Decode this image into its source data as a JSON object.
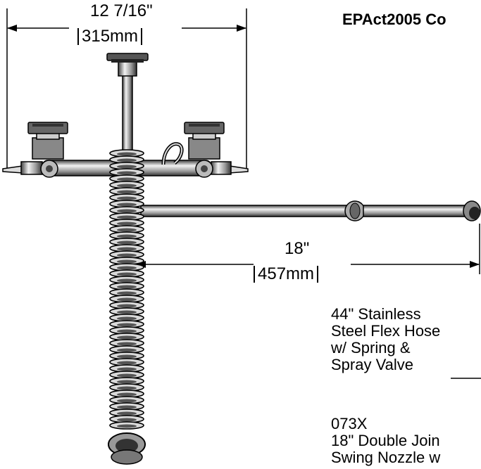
{
  "title": "EPAct2005 Co",
  "dimensions": {
    "width": {
      "inches": "12 7/16\"",
      "mm": "315mm"
    },
    "reach": {
      "inches": "18\"",
      "mm": "457mm"
    }
  },
  "callouts": {
    "hose": [
      "44\" Stainless",
      "Steel Flex Hose",
      "w/ Spring &",
      "Spray Valve"
    ],
    "nozzle": [
      "073X",
      "18\" Double Join",
      "Swing Nozzle w"
    ]
  },
  "colors": {
    "line": "#000000",
    "metal_light": "#e6e6e6",
    "metal_mid": "#9a9a9a",
    "metal_dark": "#3a3a3a"
  }
}
